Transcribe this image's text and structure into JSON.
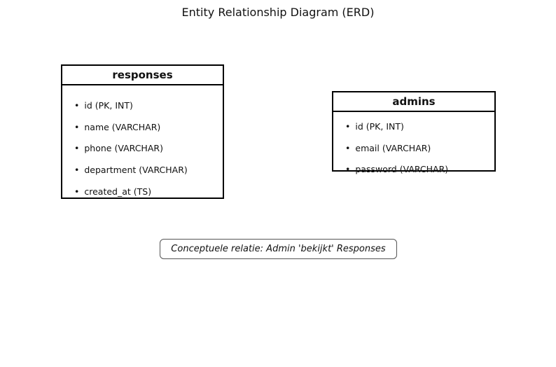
{
  "title": "Entity Relationship Diagram (ERD)",
  "glyphs": {
    "bullet": "•"
  },
  "entities": [
    {
      "name": "responses",
      "fields": [
        "id (PK, INT)",
        "name (VARCHAR)",
        "phone (VARCHAR)",
        "department (VARCHAR)",
        "created_at (TS)"
      ]
    },
    {
      "name": "admins",
      "fields": [
        "id (PK, INT)",
        "email (VARCHAR)",
        "password (VARCHAR)"
      ]
    }
  ],
  "note": "Conceptuele relatie: Admin 'bekijkt' Responses",
  "colors": {
    "background": "#ffffff",
    "entity_border": "#000000",
    "text": "#111111",
    "note_border": "#555555"
  }
}
